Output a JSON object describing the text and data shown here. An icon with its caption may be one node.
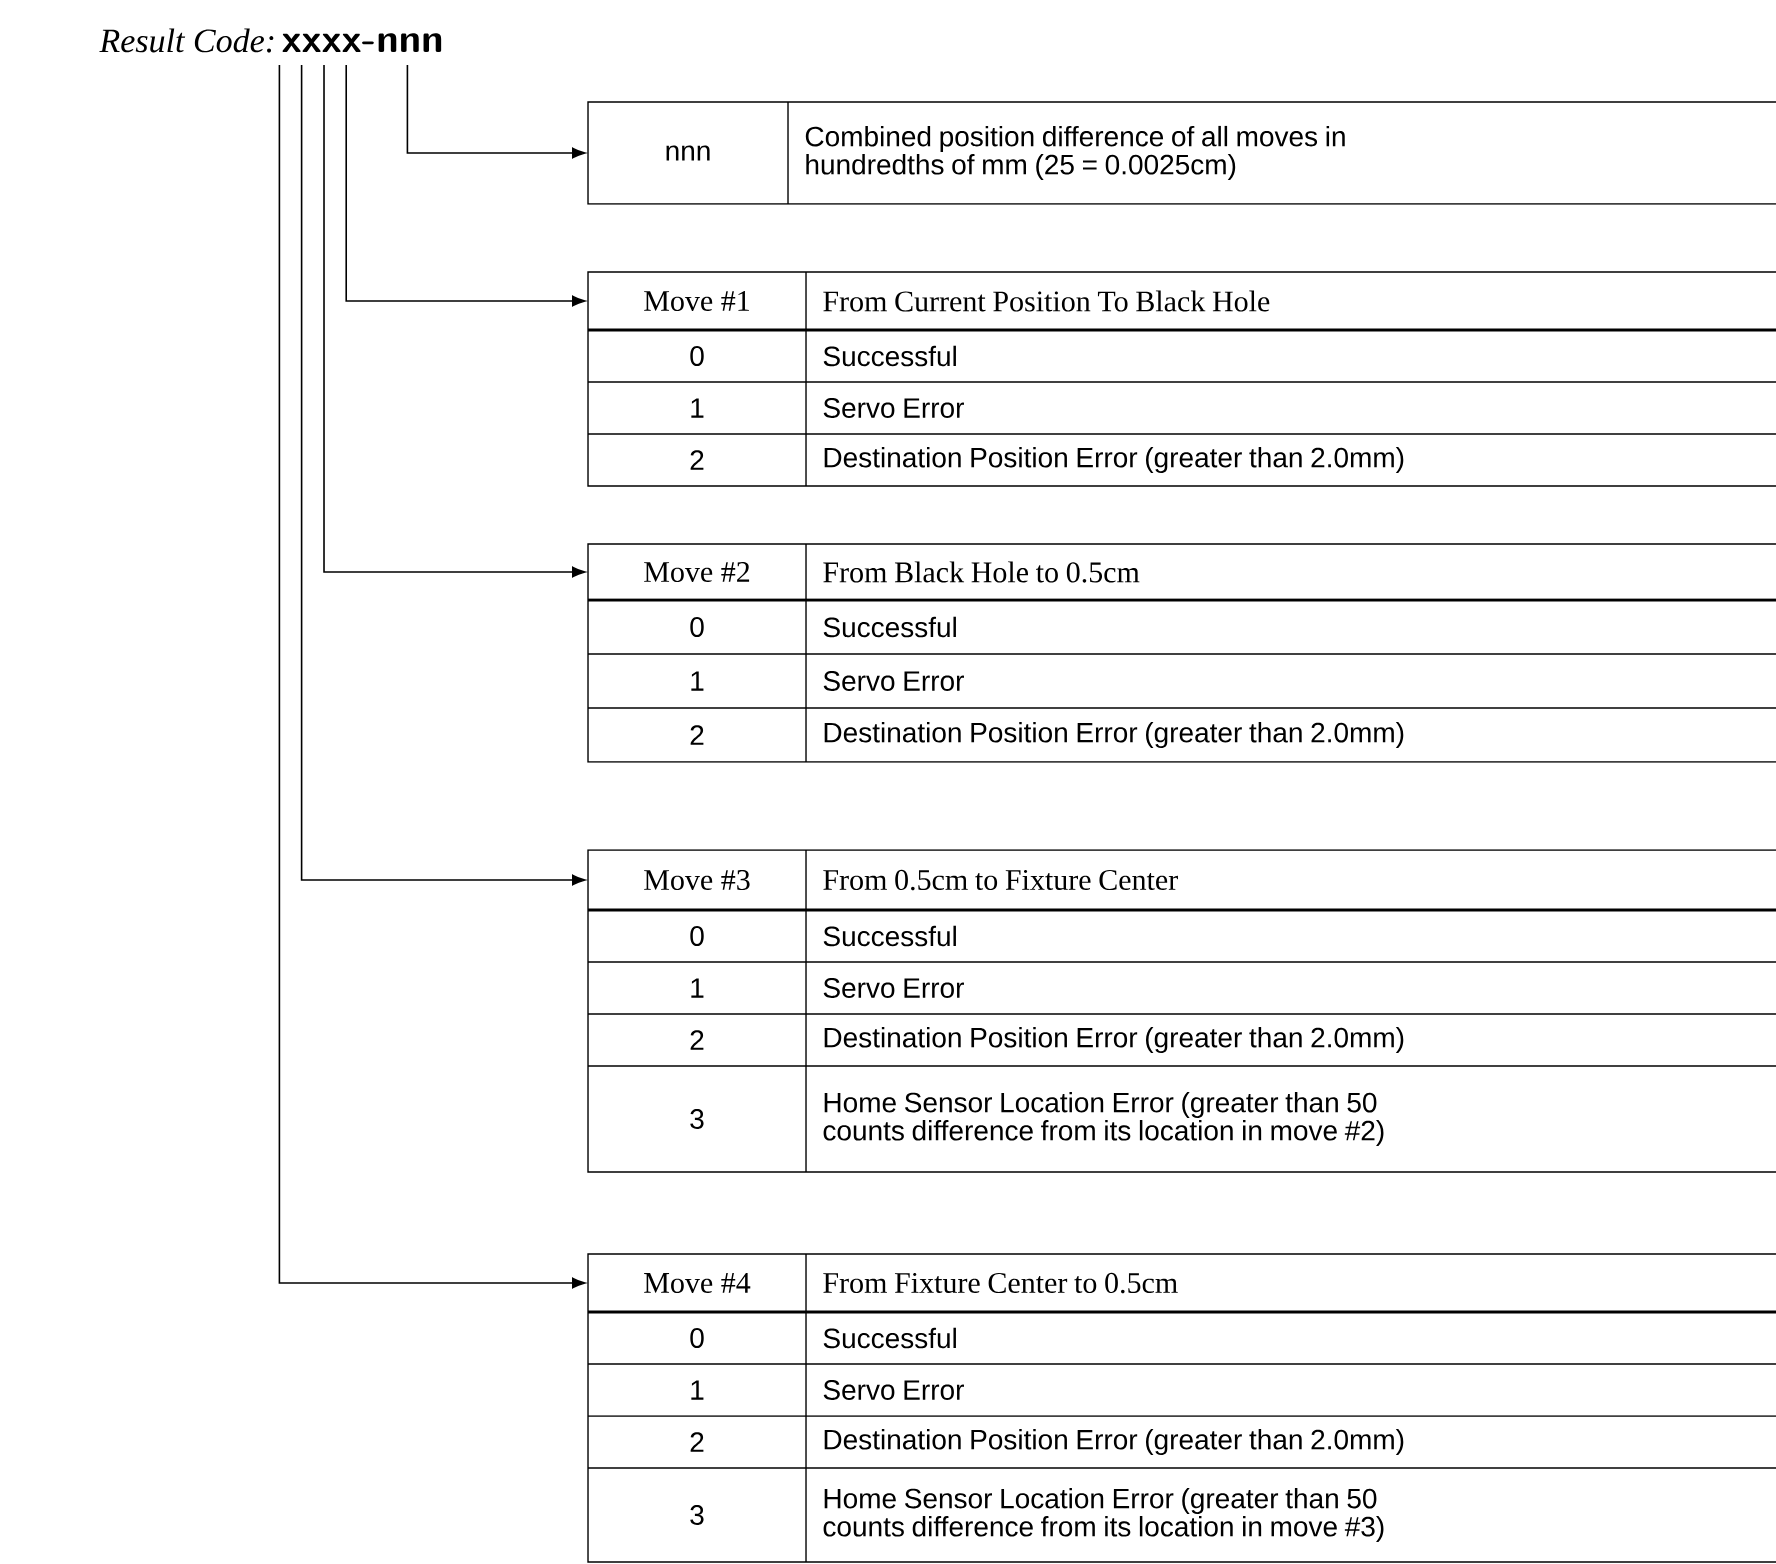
{
  "diagram": {
    "nodes": [
      {
        "text": [
          "Result Code:",
          "xxxx-nnn"
        ]
      },
      {
        "text": [
          "nnn",
          "Combined position difference of all moves in hundredths of mm (25 = 0.0025cm)"
        ]
      },
      {
        "text": [
          "Move #1",
          "From Current Position To Black Hole",
          "0",
          "Successful",
          "1",
          "Servo Error",
          "2",
          "Destination Position Error (greater than 2.0mm)"
        ]
      },
      {
        "text": [
          "Move #2",
          "From Black Hole to 0.5cm",
          "0",
          "Successful",
          "1",
          "Servo Error",
          "2",
          "Destination Position Error (greater than 2.0mm)"
        ]
      },
      {
        "text": [
          "Move #3",
          "From 0.5cm to Fixture Center",
          "0",
          "Successful",
          "1",
          "Servo Error",
          "2",
          "Destination Position Error (greater than 2.0mm)",
          "3",
          "Home Sensor Location Error (greater than 50 counts difference from its location in move #2)"
        ]
      },
      {
        "text": [
          "Move #4",
          "From Fixture Center to 0.5cm",
          "0",
          "Successful",
          "1",
          "Servo Error",
          "2",
          "Destination Position Error (greater than 2.0mm)",
          "3",
          "Home Sensor Location Error (greater than 50 counts difference from its location in move #3)"
        ]
      }
    ],
    "edges": [
      {
        "from": 0,
        "to": 1,
        "arrow": "to"
      },
      {
        "from": 0,
        "to": 2,
        "arrow": "to"
      },
      {
        "from": 0,
        "to": 3,
        "arrow": "to"
      },
      {
        "from": 0,
        "to": 4,
        "arrow": "to"
      },
      {
        "from": 0,
        "to": 5,
        "arrow": "to"
      }
    ]
  }
}
